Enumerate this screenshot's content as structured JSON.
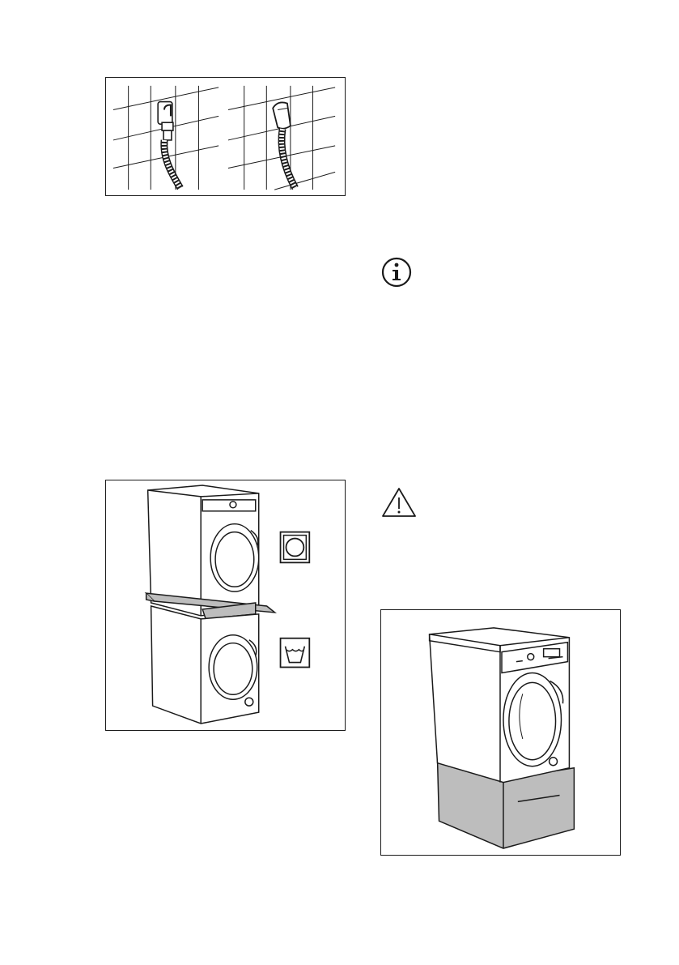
{
  "page": {
    "background": "#ffffff",
    "line_color": "#1a1a1a",
    "shade_color": "#bdbdbd"
  },
  "figures": {
    "hose": {
      "icon": "drain-hose-on-tiled-wall-illustration"
    },
    "stack": {
      "icon": "dryer-stacked-on-washer-illustration",
      "symbols": [
        "tumble-dryer-symbol-icon",
        "washing-symbol-icon"
      ]
    },
    "pedestal": {
      "icon": "washer-on-pedestal-illustration"
    }
  },
  "icons": {
    "info": "info-icon",
    "warning": "warning-icon"
  }
}
